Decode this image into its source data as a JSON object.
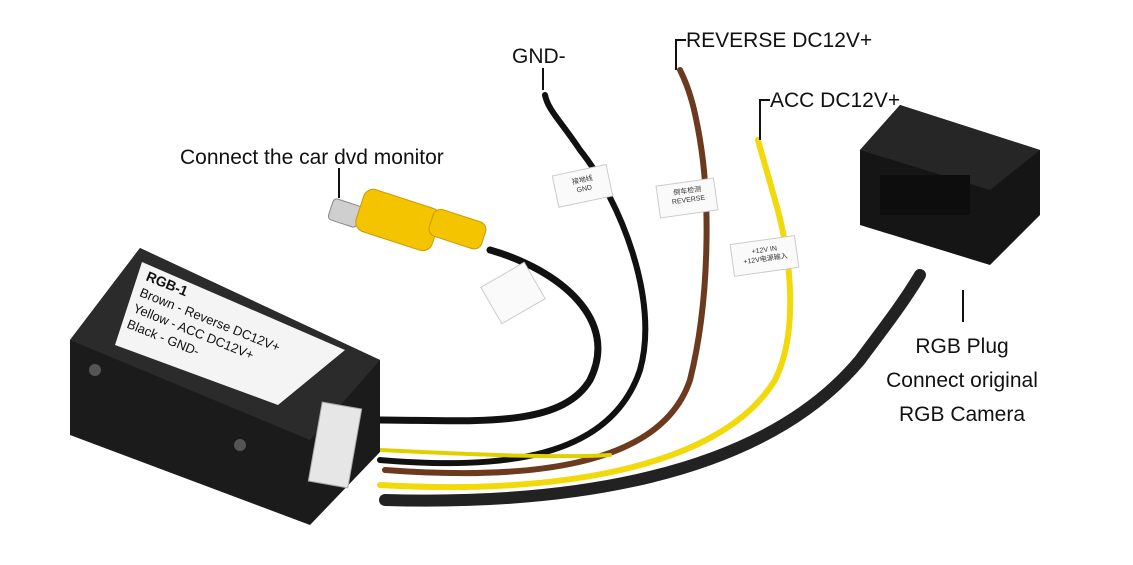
{
  "callouts": {
    "gnd": "GND-",
    "reverse": "REVERSE DC12V+",
    "acc": "ACC DC12V+",
    "monitor": "Connect the car dvd monitor",
    "rgb_line1": "RGB Plug",
    "rgb_line2": "Connect original",
    "rgb_line3": "RGB Camera"
  },
  "module_label": {
    "title": "RGB-1",
    "line1": "Brown - Reverse DC12V+",
    "line2": "Yellow - ACC DC12V+",
    "line3": "Black - GND-"
  },
  "wire_tags": {
    "gnd_tag_cn": "接地线",
    "gnd_tag_en": "GND",
    "reverse_tag_cn": "倒车检测",
    "reverse_tag_en": "REVERSE",
    "acc_tag_en": "+12V IN",
    "acc_tag_cn": "+12V电源输入"
  },
  "colors": {
    "brown_wire": "#6b3a1f",
    "yellow_wire": "#f2d90c",
    "black_wire": "#111111",
    "rca_yellow": "#f4c400"
  }
}
